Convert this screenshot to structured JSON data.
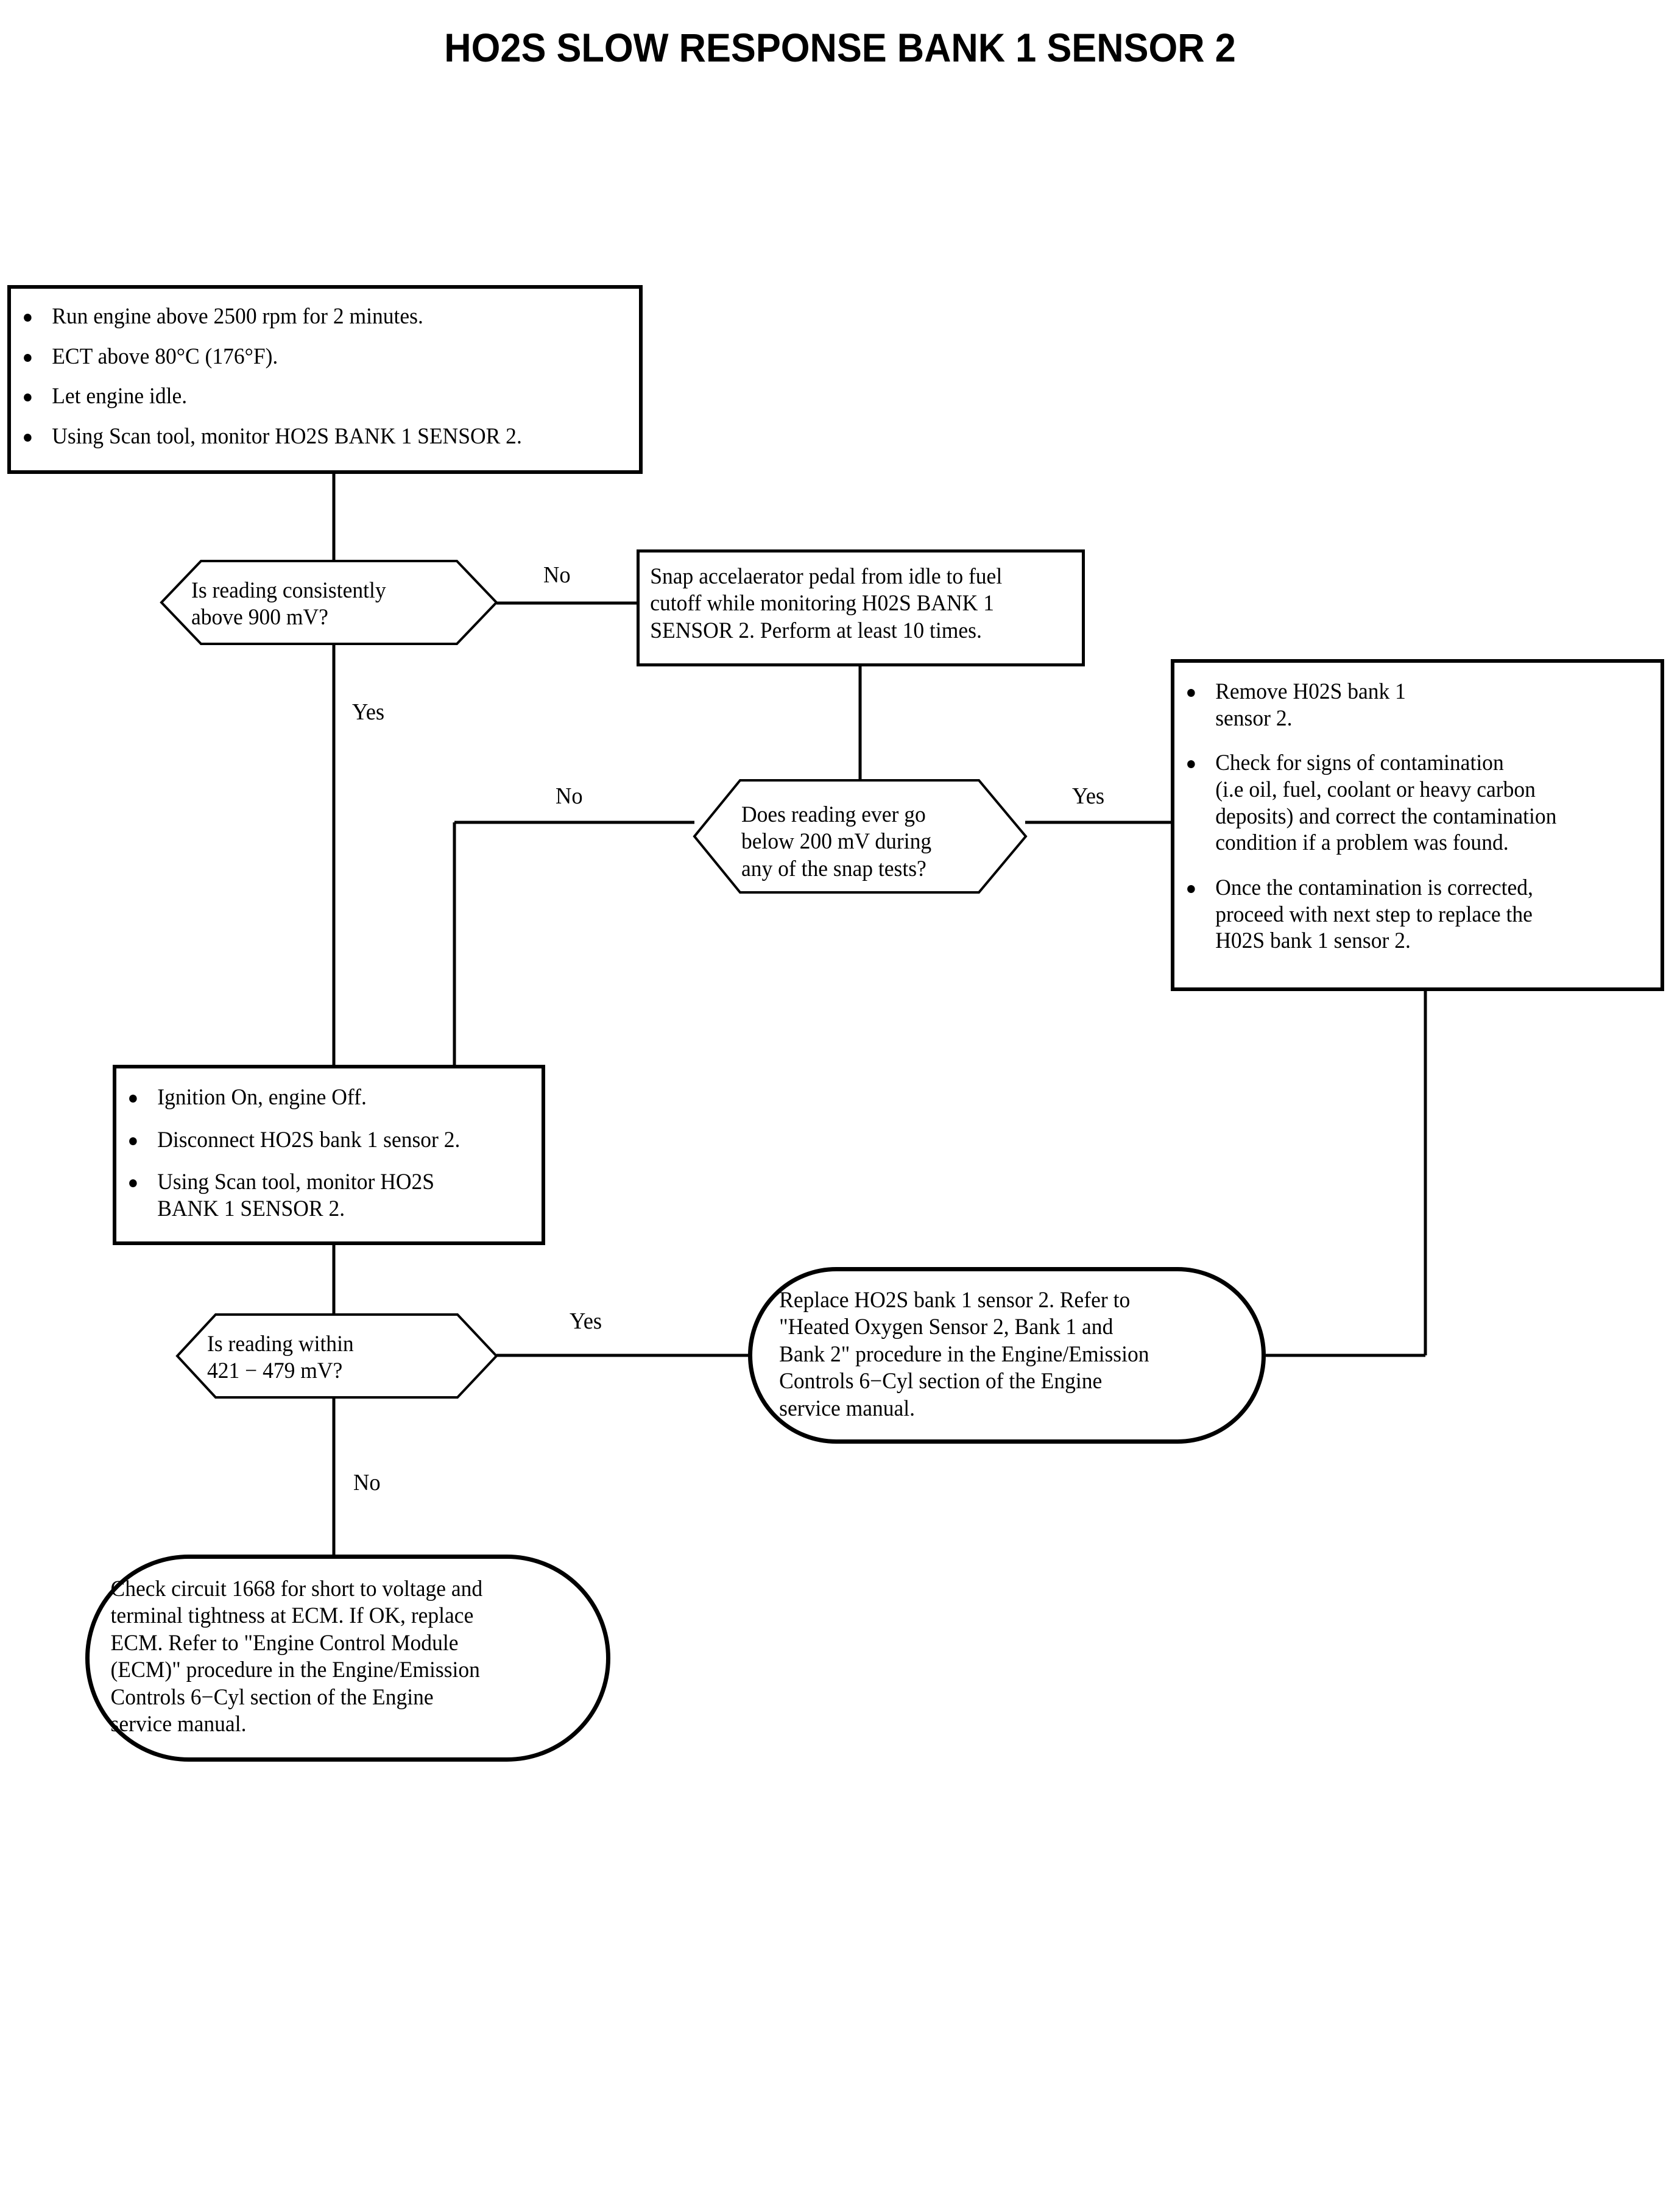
{
  "page": {
    "title": "HO2S SLOW RESPONSE BANK 1 SENSOR 2",
    "ink_color": "#000000",
    "background_color": "#ffffff"
  },
  "chart_data": {
    "type": "diagram",
    "subtype": "flowchart",
    "title": "HO2S SLOW RESPONSE BANK 1 SENSOR 2",
    "orientation": "top-down",
    "nodes": [
      {
        "id": "n1",
        "shape": "rectangle",
        "kind": "process"
      },
      {
        "id": "d1",
        "shape": "hexagon",
        "kind": "decision"
      },
      {
        "id": "n2",
        "shape": "rectangle",
        "kind": "process"
      },
      {
        "id": "d2",
        "shape": "hexagon",
        "kind": "decision"
      },
      {
        "id": "n3",
        "shape": "rectangle",
        "kind": "process"
      },
      {
        "id": "n4",
        "shape": "rectangle",
        "kind": "process"
      },
      {
        "id": "d3",
        "shape": "hexagon",
        "kind": "decision"
      },
      {
        "id": "n5",
        "shape": "stadium",
        "kind": "terminator"
      },
      {
        "id": "n6",
        "shape": "stadium",
        "kind": "terminator"
      }
    ],
    "edges": [
      {
        "from": "n1",
        "to": "d1",
        "label": ""
      },
      {
        "from": "d1",
        "to": "n2",
        "label": "No"
      },
      {
        "from": "d1",
        "to": "n4",
        "label": "Yes"
      },
      {
        "from": "n2",
        "to": "d2",
        "label": ""
      },
      {
        "from": "d2",
        "to": "n3",
        "label": "Yes"
      },
      {
        "from": "d2",
        "to": "n4",
        "label": "No"
      },
      {
        "from": "n3",
        "to": "n5",
        "label": ""
      },
      {
        "from": "n4",
        "to": "d3",
        "label": ""
      },
      {
        "from": "d3",
        "to": "n5",
        "label": "Yes"
      },
      {
        "from": "d3",
        "to": "n6",
        "label": "No"
      }
    ]
  },
  "nodes": {
    "start_conditions": {
      "id": "n1",
      "bullets": [
        "Run engine  above 2500 rpm for 2 minutes.",
        "ECT above 80°C (176°F).",
        "Let engine idle.",
        "Using Scan tool, monitor HO2S BANK 1 SENSOR 2."
      ]
    },
    "decision_above_900mv": {
      "id": "d1",
      "lines": [
        "Is reading consistently",
        "above 900 mV?"
      ]
    },
    "snap_pedal": {
      "id": "n2",
      "lines": [
        "Snap accelaerator pedal from idle to fuel",
        "cutoff while monitoring H02S BANK 1",
        "SENSOR 2. Perform at least 10 times."
      ]
    },
    "decision_below_200mv": {
      "id": "d2",
      "lines": [
        "Does reading ever go",
        "below 200 mV during",
        "any of the snap tests?"
      ]
    },
    "remove_and_check": {
      "id": "n3",
      "bullets": [
        "Remove H02S bank 1\nsensor 2.",
        "Check for signs of contamination\n(i.e oil, fuel, coolant or heavy carbon\ndeposits) and correct the contamination\ncondition if a problem was found.",
        "Once the contamination is corrected,\nproceed with next step to replace the\nH02S bank 1 sensor 2."
      ]
    },
    "ignition_on": {
      "id": "n4",
      "bullets": [
        "Ignition On, engine Off.",
        "Disconnect HO2S bank 1 sensor 2.",
        "Using Scan tool, monitor HO2S\nBANK 1 SENSOR 2."
      ]
    },
    "decision_within_range": {
      "id": "d3",
      "lines": [
        "Is reading within",
        "421 − 479 mV?"
      ]
    },
    "replace_sensor": {
      "id": "n5",
      "lines": [
        "Replace HO2S bank 1 sensor 2. Refer to",
        "\"Heated Oxygen Sensor 2, Bank 1 and",
        "Bank 2\" procedure in the Engine/Emission",
        "Controls 6−Cyl section of the Engine",
        "service manual."
      ]
    },
    "check_circuit": {
      "id": "n6",
      "lines": [
        "Check circuit 1668 for short to voltage and",
        "terminal tightness at ECM. If OK, replace",
        "ECM. Refer to \"Engine Control Module",
        "(ECM)\" procedure in the Engine/Emission",
        "Controls 6−Cyl section of the Engine",
        "service manual."
      ]
    }
  },
  "edge_labels": {
    "d1_no": "No",
    "d1_yes": "Yes",
    "d2_no": "No",
    "d2_yes": "Yes",
    "d3_yes": "Yes",
    "d3_no": "No"
  }
}
